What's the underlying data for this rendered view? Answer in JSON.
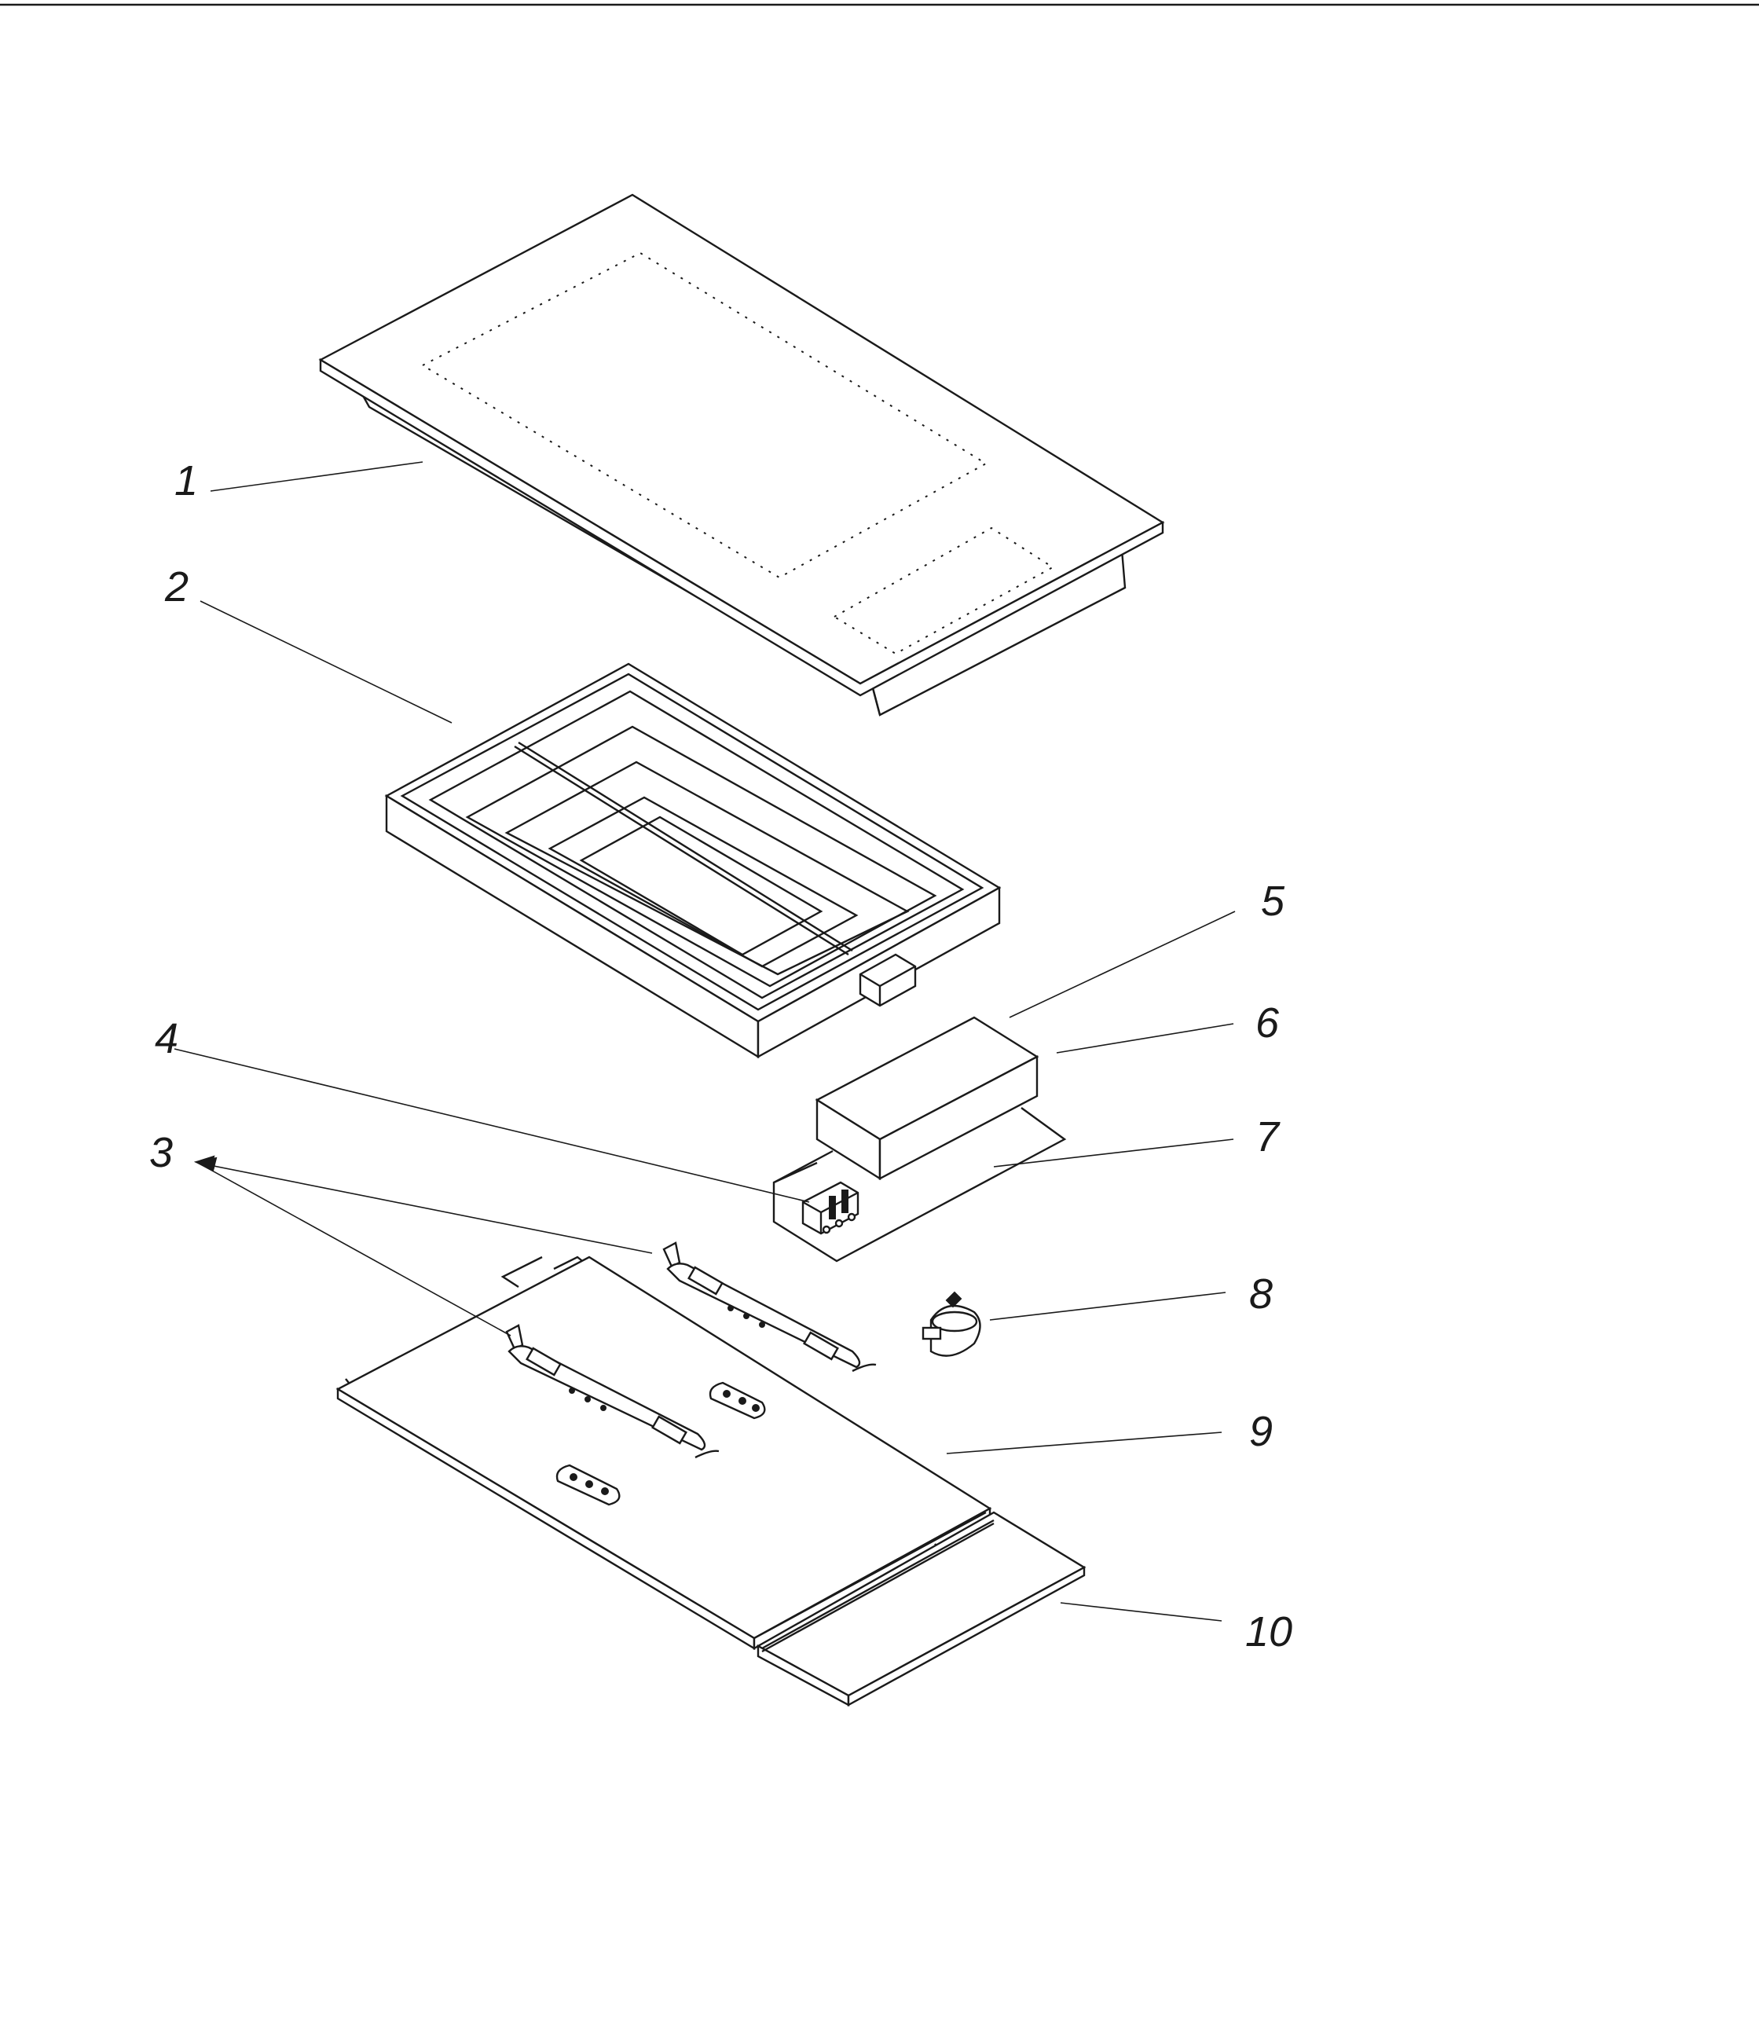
{
  "labels": {
    "part_1": "1",
    "part_2": "2",
    "part_3": "3",
    "part_4": "4",
    "part_5": "5",
    "part_6": "6",
    "part_7": "7",
    "part_8": "8",
    "part_9": "9",
    "part_10": "10"
  },
  "colors": {
    "line": "#1a1a1a",
    "background": "#ffffff"
  }
}
